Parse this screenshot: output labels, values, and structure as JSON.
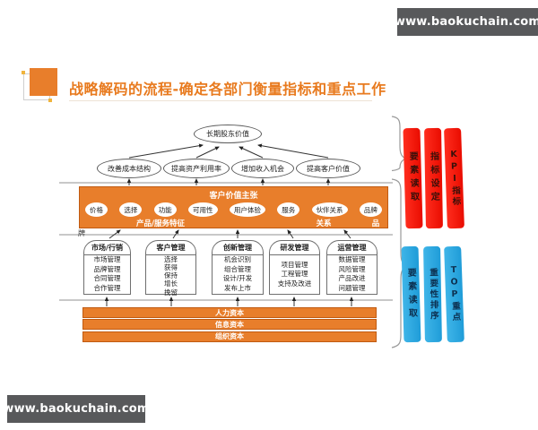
{
  "site": {
    "url": "www.baokuchain.com"
  },
  "title": {
    "text": "战略解码的流程-确定各部门衡量指标和重点工作"
  },
  "strategy_map": {
    "top_goal": "长期股东价值",
    "financial_goals": [
      "改善成本结构",
      "提高资产利用率",
      "增加收入机会",
      "提高客户价值"
    ],
    "value_proposition": {
      "title": "客户价值主张",
      "items": [
        "价格",
        "选择",
        "功能",
        "可用性",
        "用户体验",
        "服务",
        "伙伴关系",
        "品牌"
      ],
      "category_labels": [
        "产品/服务特征",
        "关系",
        "品"
      ],
      "wrapped_char": "牌"
    },
    "process_columns": [
      {
        "header": "市场/行销",
        "items": [
          "市场管理",
          "品牌管理",
          "合同管理",
          "合作管理"
        ]
      },
      {
        "header": "客户管理",
        "items": [
          "选择",
          "获得",
          "保持",
          "增长",
          "挽留"
        ]
      },
      {
        "header": "创新管理",
        "items": [
          "机会识别",
          "组合管理",
          "设计/开发",
          "发布上市"
        ]
      },
      {
        "header": "研发管理",
        "items": [
          "项目管理",
          "工程管理",
          "支持及改进"
        ]
      },
      {
        "header": "运营管理",
        "items": [
          "数据管理",
          "风险管理",
          "产品改进",
          "问题管理"
        ]
      }
    ],
    "capital_bars": [
      "人力资本",
      "信息资本",
      "组织资本"
    ]
  },
  "right_panels": {
    "top": {
      "color": "#F20D0D",
      "labels": [
        "要素读取",
        "指标设定",
        "KPI指标"
      ]
    },
    "bottom": {
      "color": "#29ABE2",
      "labels": [
        "要素读取",
        "重要性排序",
        "TOP重点"
      ]
    }
  },
  "colors": {
    "orange": "#E87E2B",
    "orange_border": "#C05A11",
    "red": "#F20D0D",
    "blue": "#29ABE2",
    "badge_bg": "#58595B",
    "title_text": "#E87A1E"
  }
}
